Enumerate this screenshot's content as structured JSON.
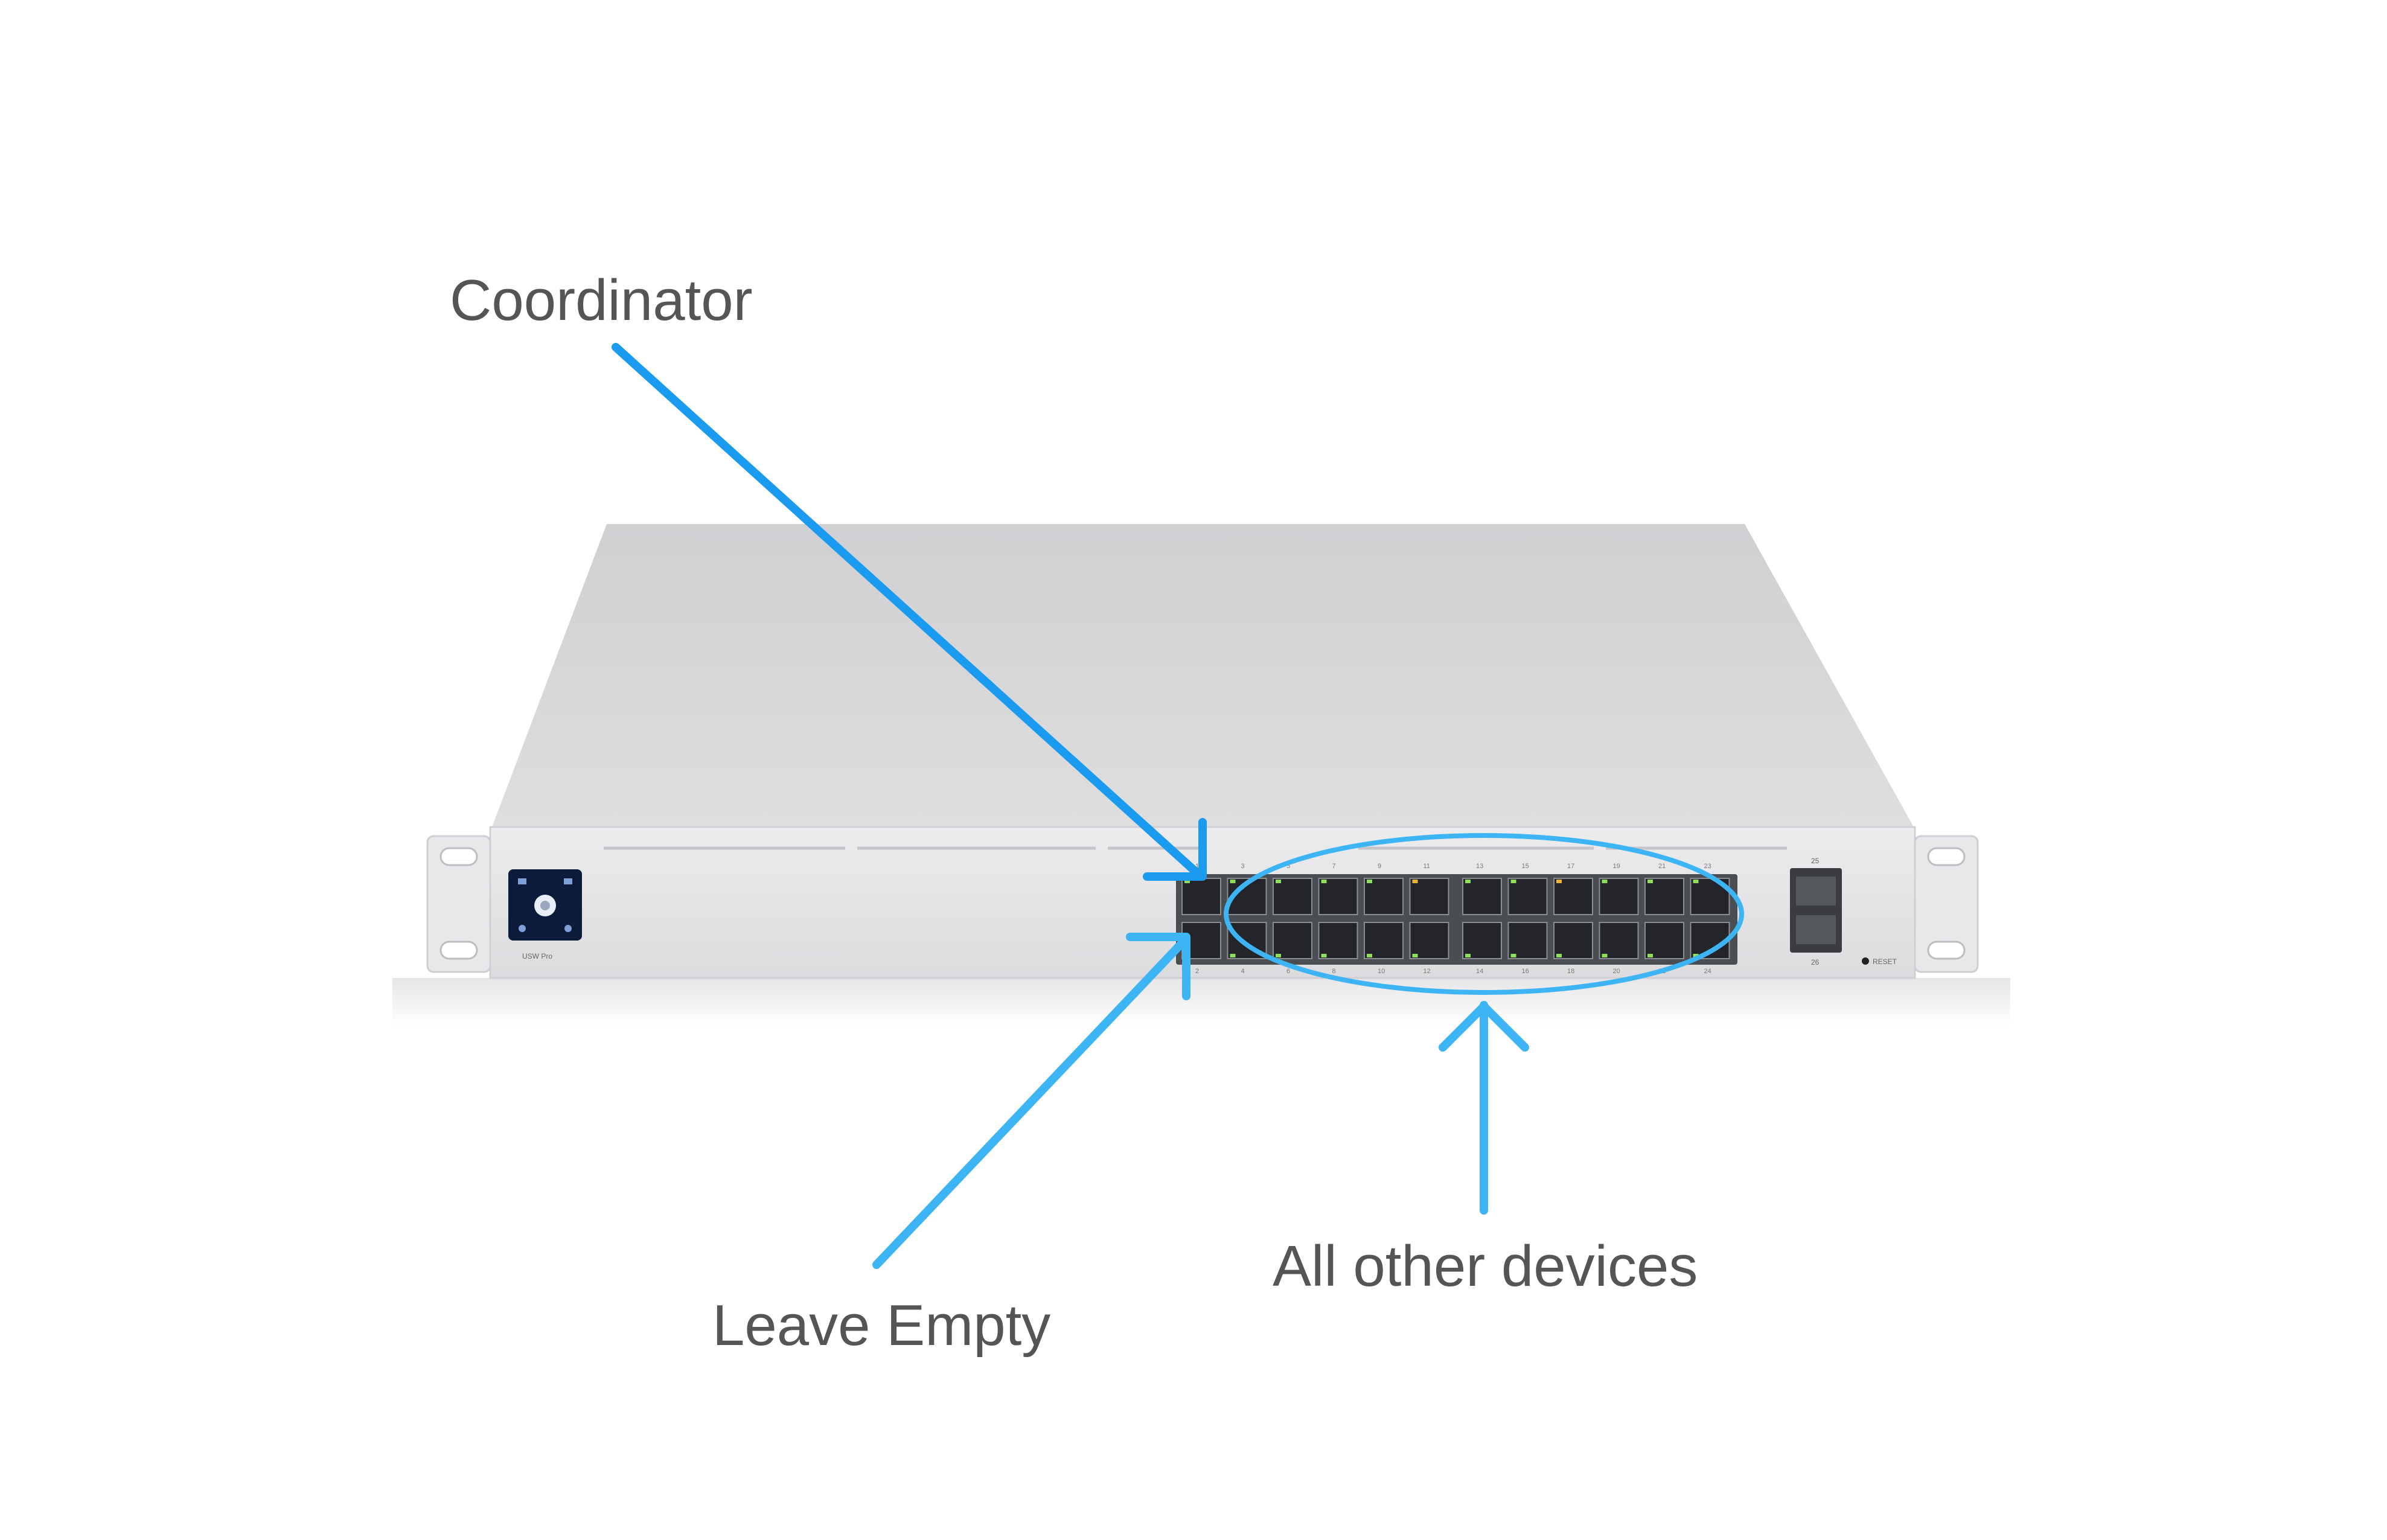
{
  "annotations": {
    "coordinator": "Coordinator",
    "leave_empty": "Leave Empty",
    "all_other": "All other devices"
  },
  "device": {
    "model_label": "USW Pro",
    "reset_label": "RESET",
    "sfp_top_label": "25",
    "sfp_bottom_label": "26",
    "top_port_labels": [
      "1",
      "3",
      "5",
      "7",
      "9",
      "11",
      "13",
      "15",
      "17",
      "19",
      "21",
      "23"
    ],
    "bottom_port_labels": [
      "2",
      "4",
      "6",
      "8",
      "10",
      "12",
      "14",
      "16",
      "18",
      "20",
      "22",
      "24"
    ]
  },
  "colors": {
    "arrow_blue": "#1a9bf0",
    "arrow_light_blue": "#3db5f5",
    "chassis": "#e3e3e6",
    "chassis_top": "#d9d9dc",
    "port_block": "#4a4d52",
    "led_green": "#8ee05a",
    "led_amber": "#e8b43a"
  }
}
